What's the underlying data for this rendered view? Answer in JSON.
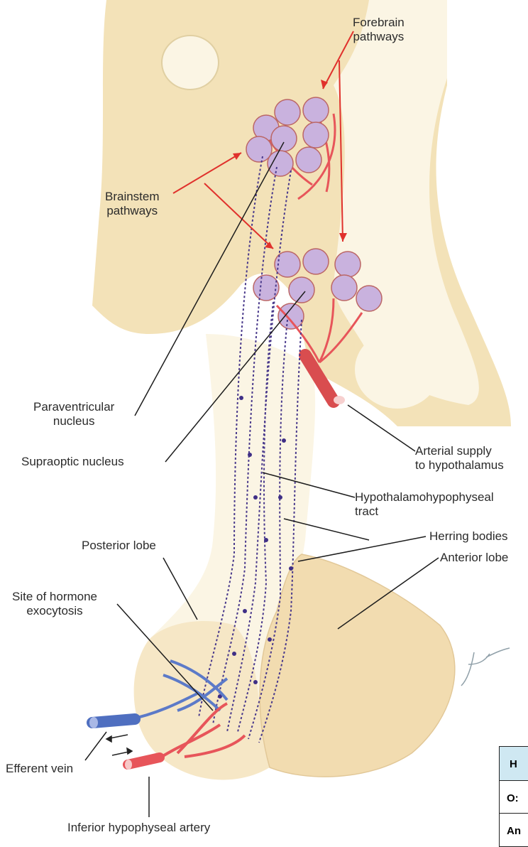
{
  "labels": {
    "forebrain": [
      "Forebrain",
      "pathways"
    ],
    "brainstem": [
      "Brainstem",
      "pathways"
    ],
    "paraventricular": [
      "Paraventricular",
      "nucleus"
    ],
    "supraoptic": "Supraoptic nucleus",
    "arterial": [
      "Arterial supply",
      "to hypothalamus"
    ],
    "tract": [
      "Hypothalamohypophyseal",
      "tract"
    ],
    "herring": "Herring bodies",
    "anterior": "Anterior lobe",
    "posterior": "Posterior lobe",
    "exocytosis": [
      "Site of hormone",
      "exocytosis"
    ],
    "efferent": "Efferent vein",
    "inferior_artery": "Inferior hypophyseal artery"
  },
  "table_fragment": {
    "header": "H",
    "row1": "O:",
    "row2": "An"
  },
  "colors": {
    "brain_tissue": "#f3e2b8",
    "cavity": "#fbf5e4",
    "pituitary": "#f2dcb0",
    "cell_body": "#b9a3cf",
    "neuron_fibers": "#4a3a8c",
    "artery": "#e7555a",
    "vein": "#4f6fc0",
    "leader_red": "#e0312c",
    "leader_dark": "#1d1d1d"
  }
}
